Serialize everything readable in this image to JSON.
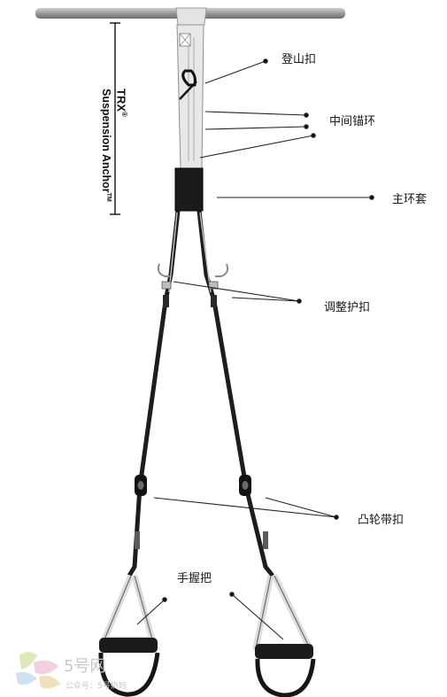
{
  "product_brand": "TRX",
  "product_mark": "®",
  "product_name": "Suspension Anchor",
  "product_tm": "TM",
  "labels": {
    "carabiner": "登山扣",
    "middle_anchor_loop": "中间锚环",
    "main_loop": "主环套",
    "adjust_buckle": "调整护扣",
    "cam_buckle": "凸轮带扣",
    "handle": "手握把"
  },
  "watermark": {
    "name": "5号网",
    "sub": "公众号：5号奶妈"
  },
  "colors": {
    "bar": "#9a9a9a",
    "strap_light": "#e8e8e8",
    "strap_dark": "#1d1d1d",
    "leader_line": "#222222"
  }
}
